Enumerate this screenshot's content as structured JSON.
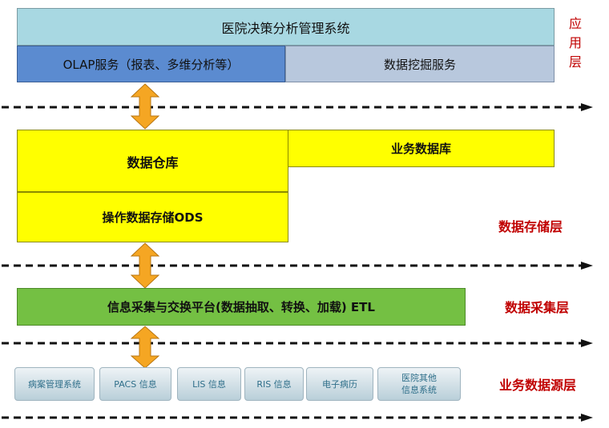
{
  "application": {
    "system": "医院决策分析管理系统",
    "olap": "OLAP服务（报表、多维分析等）",
    "mining": "数据挖掘服务",
    "layer_label": "应用层",
    "layer_chars": [
      "应",
      "用",
      "层"
    ]
  },
  "storage": {
    "warehouse": "数据仓库",
    "ods": "操作数据存储ODS",
    "business_db": "业务数据库",
    "layer_label": "数据存储层"
  },
  "collection": {
    "etl": "信息采集与交换平台(数据抽取、转换、加载) ETL",
    "layer_label": "数据采集层"
  },
  "sources": {
    "items": [
      "病案管理系统",
      "PACS 信息",
      "LIS 信息",
      "RIS 信息",
      "电子病历",
      "医院其他信息系统"
    ],
    "last_line1": "医院其他",
    "last_line2": "信息系统",
    "layer_label": "业务数据源层"
  },
  "colors": {
    "layer_label": "#c00000",
    "application": "#a8d8e2",
    "olap": "#5b8bd0",
    "mining": "#b8c8dd",
    "storage": "#ffff00",
    "collection": "#74c043",
    "arrow": "#f5a623"
  }
}
